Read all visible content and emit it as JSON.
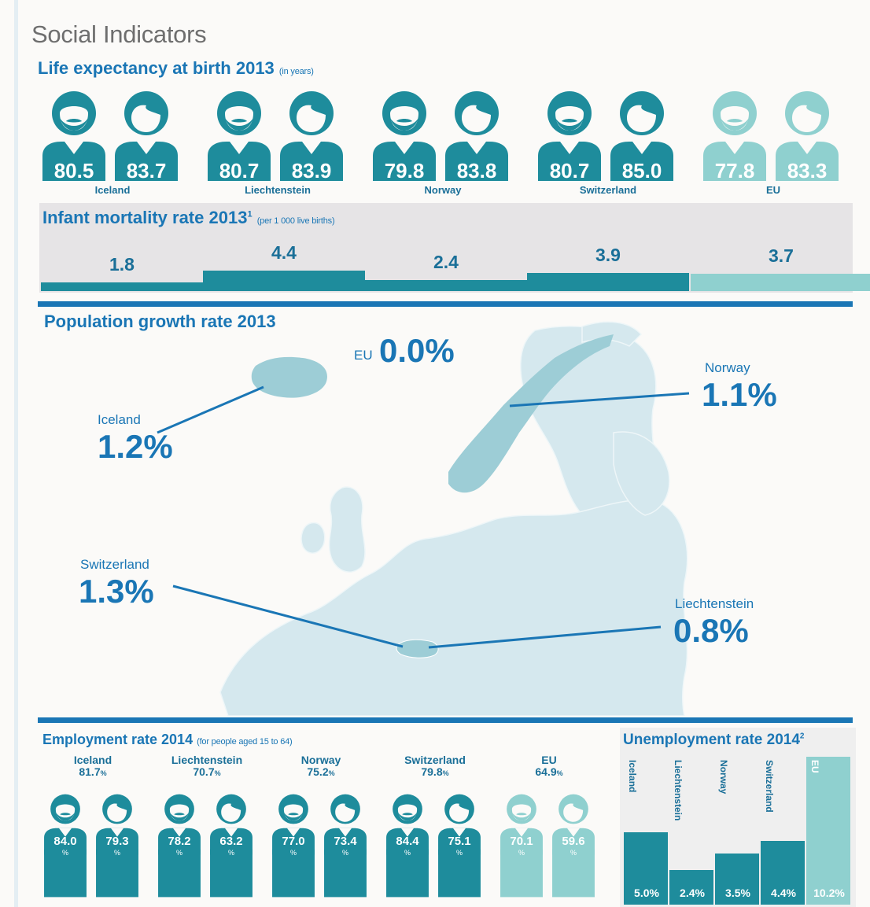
{
  "page_title": "Social Indicators",
  "colors": {
    "country": "#1e8c9c",
    "eu": "#8fd0cf",
    "title_blue": "#1a76b5",
    "map_land": "#d5e8ee",
    "map_highlight": "#9dcdd6"
  },
  "life_expectancy": {
    "title": "Life expectancy at birth 2013",
    "note": "(in years)",
    "chart_data": {
      "type": "table",
      "title": "Life expectancy at birth 2013",
      "series": [
        {
          "name": "men",
          "values": [
            80.5,
            80.7,
            79.8,
            80.7,
            77.8
          ]
        },
        {
          "name": "women",
          "values": [
            83.7,
            83.9,
            83.8,
            85.0,
            83.3
          ]
        }
      ],
      "categories": [
        "Iceland",
        "Liechtenstein",
        "Norway",
        "Switzerland",
        "EU"
      ]
    },
    "groups": [
      {
        "name": "Iceland",
        "men": "80.5",
        "women": "83.7"
      },
      {
        "name": "Liechtenstein",
        "men": "80.7",
        "women": "83.9"
      },
      {
        "name": "Norway",
        "men": "79.8",
        "women": "83.8"
      },
      {
        "name": "Switzerland",
        "men": "80.7",
        "women": "85.0"
      },
      {
        "name": "EU",
        "men": "77.8",
        "women": "83.3"
      }
    ]
  },
  "infant_mortality": {
    "title": "Infant mortality rate 2013",
    "sup": "1",
    "note": "(per 1 000 live births)",
    "chart_data": {
      "type": "bar",
      "title": "Infant mortality rate 2013",
      "categories": [
        "Iceland",
        "Liechtenstein",
        "Norway",
        "Switzerland",
        "EU"
      ],
      "values": [
        1.8,
        4.4,
        2.4,
        3.9,
        3.7
      ]
    },
    "labels": [
      "1.8",
      "4.4",
      "2.4",
      "3.9",
      "3.7"
    ]
  },
  "population_growth": {
    "title": "Population growth rate 2013",
    "chart_data": {
      "type": "table",
      "title": "Population growth rate 2013",
      "categories": [
        "EU",
        "Iceland",
        "Norway",
        "Switzerland",
        "Liechtenstein"
      ],
      "values": [
        0.0,
        1.2,
        1.1,
        1.3,
        0.8
      ]
    },
    "eu": {
      "name": "EU",
      "value": "0.0%"
    },
    "iceland": {
      "name": "Iceland",
      "value": "1.2%"
    },
    "norway": {
      "name": "Norway",
      "value": "1.1%"
    },
    "switzerland": {
      "name": "Switzerland",
      "value": "1.3%"
    },
    "liechtenstein": {
      "name": "Liechtenstein",
      "value": "0.8%"
    }
  },
  "employment": {
    "title": "Employment rate 2014",
    "note": "(for people aged 15 to 64)",
    "chart_data": {
      "type": "table",
      "title": "Employment rate 2014",
      "categories": [
        "Iceland",
        "Liechtenstein",
        "Norway",
        "Switzerland",
        "EU"
      ],
      "series": [
        {
          "name": "total",
          "values": [
            81.7,
            70.7,
            75.2,
            79.8,
            64.9
          ]
        },
        {
          "name": "men",
          "values": [
            84.0,
            78.2,
            77.0,
            84.4,
            70.1
          ]
        },
        {
          "name": "women",
          "values": [
            79.3,
            63.2,
            73.4,
            75.1,
            59.6
          ]
        }
      ]
    },
    "pct_sign": "%",
    "groups": [
      {
        "name": "Iceland",
        "total": "81.7",
        "men": "84.0",
        "women": "79.3"
      },
      {
        "name": "Liechtenstein",
        "total": "70.7",
        "men": "78.2",
        "women": "63.2"
      },
      {
        "name": "Norway",
        "total": "75.2",
        "men": "77.0",
        "women": "73.4"
      },
      {
        "name": "Switzerland",
        "total": "79.8",
        "men": "84.4",
        "women": "75.1"
      },
      {
        "name": "EU",
        "total": "64.9",
        "men": "70.1",
        "women": "59.6"
      }
    ]
  },
  "unemployment": {
    "title": "Unemployment rate 2014",
    "sup": "2",
    "chart_data": {
      "type": "bar",
      "title": "Unemployment rate 2014",
      "categories": [
        "Iceland",
        "Liechtenstein",
        "Norway",
        "Switzerland",
        "EU"
      ],
      "values": [
        5.0,
        2.4,
        3.5,
        4.4,
        10.2
      ]
    },
    "labels": [
      "5.0%",
      "2.4%",
      "3.5%",
      "4.4%",
      "10.2%"
    ]
  }
}
